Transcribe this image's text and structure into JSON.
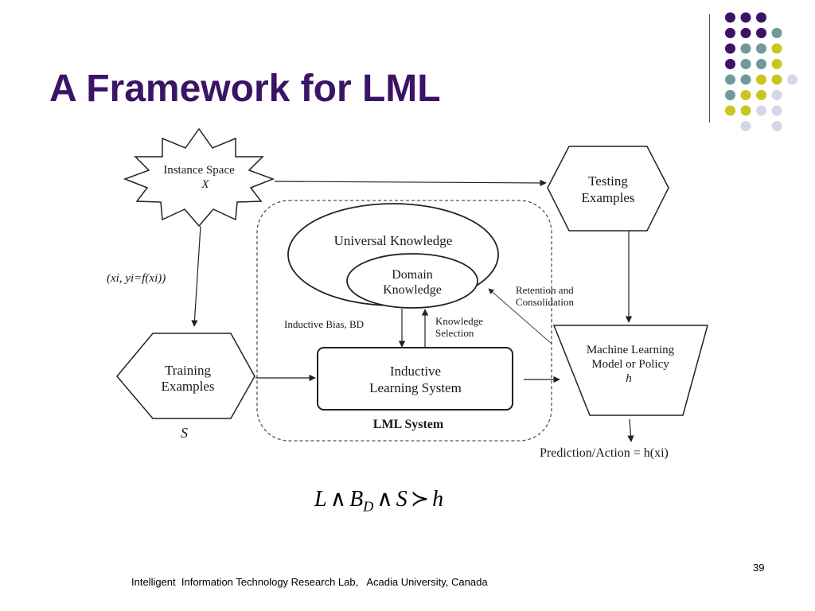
{
  "slide": {
    "title": "A Framework for LML",
    "page_number": "39",
    "footer": "Intelligent  Information Technology Research Lab,   Acadia University, Canada"
  },
  "colors": {
    "title": "#3b1466",
    "dot_purple": "#3b1466",
    "dot_teal": "#6f9a9c",
    "dot_olive": "#c9c621",
    "dot_lavender": "#d6d6ea"
  },
  "diagram": {
    "instance_space": {
      "line1": "Instance Space",
      "line2": "X"
    },
    "testing_examples": {
      "line1": "Testing",
      "line2": "Examples"
    },
    "sample_label": "(xi, yi=f(xi))",
    "universal_knowledge": "Universal  Knowledge",
    "domain_knowledge": {
      "line1": "Domain",
      "line2": "Knowledge"
    },
    "retention": {
      "line1": "Retention and",
      "line2": "Consolidation"
    },
    "inductive_bias": "Inductive Bias, BD",
    "knowledge_selection": {
      "line1": "Knowledge",
      "line2": "Selection"
    },
    "training_examples": {
      "line1": "Training",
      "line2": "Examples"
    },
    "s_label": "S",
    "inductive_learning": {
      "line1": "Inductive",
      "line2": "Learning System"
    },
    "ml_model": {
      "line1": "Machine Learning",
      "line2": "Model or Policy",
      "line3": "h"
    },
    "lml_system": "LML  System",
    "prediction": "Prediction/Action = h(xi)"
  },
  "formula": {
    "l": "L",
    "and": "∧",
    "b": "B",
    "d": "D",
    "s": "S",
    "succ": "≻",
    "h": "h"
  }
}
